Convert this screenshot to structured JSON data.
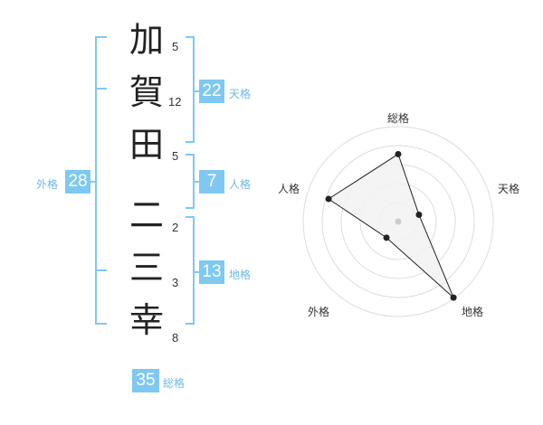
{
  "name": {
    "chars": [
      {
        "char": "加",
        "strokes": "5"
      },
      {
        "char": "賀",
        "strokes": "12"
      },
      {
        "char": "田",
        "strokes": "5"
      },
      {
        "char": "二",
        "strokes": "2"
      },
      {
        "char": "三",
        "strokes": "3"
      },
      {
        "char": "幸",
        "strokes": "8"
      }
    ]
  },
  "kakusu": {
    "tenkaku": {
      "value": "22",
      "label": "天格"
    },
    "jinkaku": {
      "value": "7",
      "label": "人格"
    },
    "chikaku": {
      "value": "13",
      "label": "地格"
    },
    "gaikaku": {
      "value": "28",
      "label": "外格"
    },
    "soukaku": {
      "value": "35",
      "label": "総格"
    }
  },
  "colors": {
    "accent": "#7fc8f2",
    "bracket": "#7fc8f2",
    "label": "#6fb9e6",
    "radar_fill": "#f2f2f2",
    "radar_ring": "#dddddd"
  },
  "chart_data": {
    "type": "radar",
    "axes": [
      "総格",
      "天格",
      "地格",
      "外格",
      "人格"
    ],
    "values": [
      0.71,
      0.23,
      0.99,
      0.21,
      0.77
    ],
    "range": [
      0,
      1
    ],
    "rings": 5
  }
}
